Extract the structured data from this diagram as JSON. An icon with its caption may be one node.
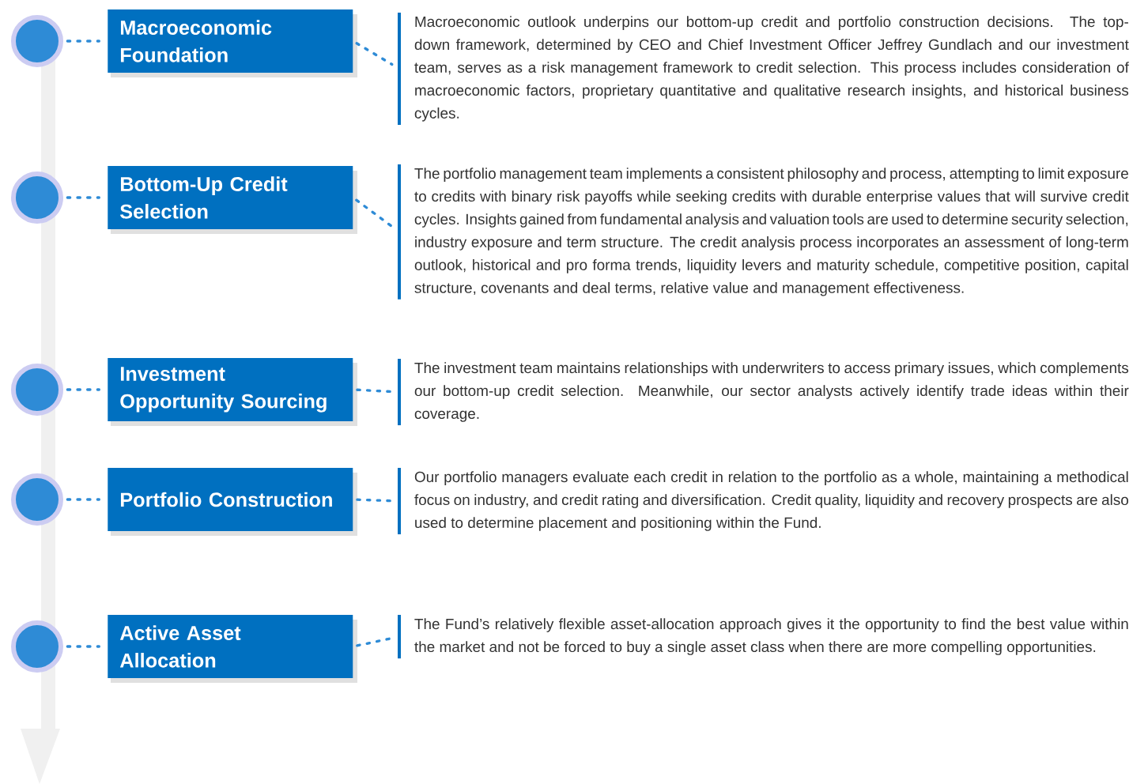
{
  "diagram": {
    "nodes": [
      {
        "text": [],
        "shape": "circle"
      },
      {
        "text": [
          "Macroeconomic Foundation"
        ]
      },
      {
        "text": [
          "Macroeconomic outlook underpins our bottom-up credit and portfolio construction decisions. The top-down framework, determined by CEO and Chief Investment Officer Jeffrey Gundlach and our investment team, serves as a risk management framework to credit selection. This process includes consideration of macroeconomic factors, proprietary quantitative and qualitative research insights, and historical business cycles."
        ]
      },
      {
        "text": [],
        "shape": "circle"
      },
      {
        "text": [
          "Bottom-Up Credit Selection"
        ]
      },
      {
        "text": [
          "The portfolio management team implements a consistent philosophy and process, attempting to limit exposure to credits with binary risk payoffs while seeking credits with durable enterprise values that will survive credit cycles. Insights gained from fundamental analysis and valuation tools are used to determine security selection, industry exposure and term structure. The credit analysis process incorporates an assessment of long-term outlook, historical and pro forma trends, liquidity levers and maturity schedule, competitive position, capital structure, covenants and deal terms, relative value and management effectiveness."
        ]
      },
      {
        "text": [],
        "shape": "circle"
      },
      {
        "text": [
          "Investment Opportunity Sourcing"
        ]
      },
      {
        "text": [
          "The investment team maintains relationships with underwriters to access primary issues, which complements our bottom-up credit selection. Meanwhile, our sector analysts actively identify trade ideas within their coverage."
        ]
      },
      {
        "text": [],
        "shape": "circle"
      },
      {
        "text": [
          "Portfolio Construction"
        ]
      },
      {
        "text": [
          "Our portfolio managers evaluate each credit in relation to the portfolio as a whole, maintaining a methodical focus on industry, and credit rating and diversification. Credit quality, liquidity and recovery prospects are also used to determine placement and positioning within the Fund."
        ]
      },
      {
        "text": [],
        "shape": "circle"
      },
      {
        "text": [
          "Active Asset Allocation"
        ]
      },
      {
        "text": [
          "The Fund’s relatively flexible asset-allocation approach gives it the opportunity to find the best value within the market and not be forced to buy a single asset class when there are more compelling opportunities."
        ]
      }
    ],
    "edges": [
      {
        "from": 0,
        "to": 1,
        "arrow": "none"
      },
      {
        "from": 1,
        "to": 2,
        "arrow": "none"
      },
      {
        "from": 3,
        "to": 4,
        "arrow": "none"
      },
      {
        "from": 4,
        "to": 5,
        "arrow": "none"
      },
      {
        "from": 6,
        "to": 7,
        "arrow": "none"
      },
      {
        "from": 7,
        "to": 8,
        "arrow": "none"
      },
      {
        "from": 9,
        "to": 10,
        "arrow": "none"
      },
      {
        "from": 10,
        "to": 11,
        "arrow": "none"
      },
      {
        "from": 12,
        "to": 13,
        "arrow": "none"
      },
      {
        "from": 13,
        "to": 14,
        "arrow": "none"
      }
    ]
  }
}
